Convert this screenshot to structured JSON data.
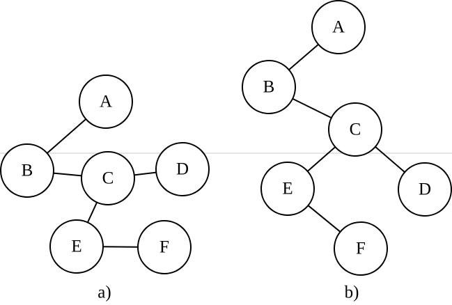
{
  "diagrams": [
    {
      "caption": "a)",
      "nodes": [
        {
          "id": "A",
          "label": "A"
        },
        {
          "id": "B",
          "label": "B"
        },
        {
          "id": "C",
          "label": "C"
        },
        {
          "id": "D",
          "label": "D"
        },
        {
          "id": "E",
          "label": "E"
        },
        {
          "id": "F",
          "label": "F"
        }
      ],
      "edges": [
        [
          "A",
          "B"
        ],
        [
          "B",
          "C"
        ],
        [
          "C",
          "D"
        ],
        [
          "C",
          "E"
        ],
        [
          "E",
          "F"
        ]
      ]
    },
    {
      "caption": "b)",
      "nodes": [
        {
          "id": "A",
          "label": "A"
        },
        {
          "id": "B",
          "label": "B"
        },
        {
          "id": "C",
          "label": "C"
        },
        {
          "id": "E",
          "label": "E"
        },
        {
          "id": "D",
          "label": "D"
        },
        {
          "id": "F",
          "label": "F"
        }
      ],
      "edges": [
        [
          "A",
          "B"
        ],
        [
          "B",
          "C"
        ],
        [
          "C",
          "E"
        ],
        [
          "C",
          "D"
        ],
        [
          "E",
          "F"
        ]
      ]
    }
  ],
  "colors": {
    "stroke": "#000000",
    "fill": "#ffffff",
    "guide": "#c8c8c8"
  }
}
